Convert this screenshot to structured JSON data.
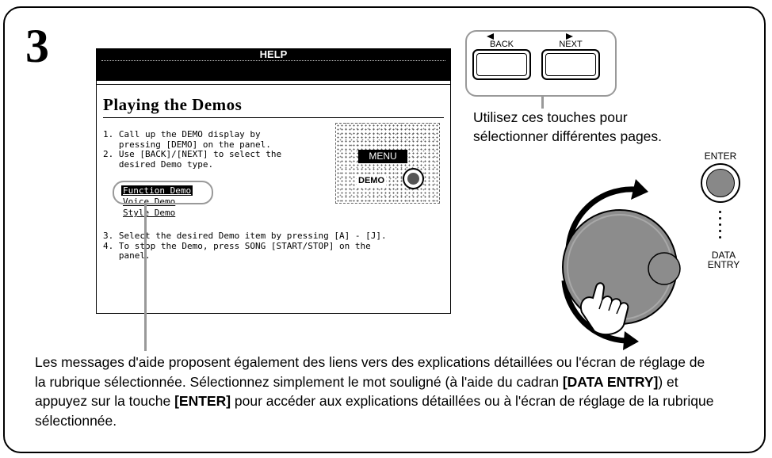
{
  "step_number": "3",
  "screen": {
    "title": "HELP",
    "heading": "Playing the Demos",
    "steps_top": "1. Call up the DEMO display by\n   pressing [DEMO] on the panel.\n2. Use [BACK]/[NEXT] to select the\n   desired Demo type.",
    "links": [
      "Function Demo",
      "Voice Demo",
      "Style Demo"
    ],
    "steps_bottom": "3. Select the desired Demo item by pressing [A] - [J].\n4. To stop the Demo, press SONG [START/STOP] on the\n   panel.",
    "menu_label": "MENU",
    "demo_label": "DEMO"
  },
  "buttons": {
    "back_label": "BACK",
    "next_label": "NEXT"
  },
  "note": "Utilisez ces touches pour sélectionner différentes pages.",
  "controls": {
    "enter_label": "ENTER",
    "data_entry_label": "DATA\nENTRY"
  },
  "body": {
    "part1": "Les messages d'aide proposent également des liens vers des explications détaillées ou l'écran de réglage de la rubrique sélectionnée. Sélectionnez simplement le mot souligné (à l'aide du cadran ",
    "bold1": "[DATA ENTRY]",
    "part2": ") et appuyez sur la touche ",
    "bold2": "[ENTER]",
    "part3": " pour accéder aux explications détaillées ou à l'écran de réglage de la rubrique sélectionnée."
  },
  "colors": {
    "highlight_ring": "#999999",
    "screen_bar": "#000000"
  }
}
